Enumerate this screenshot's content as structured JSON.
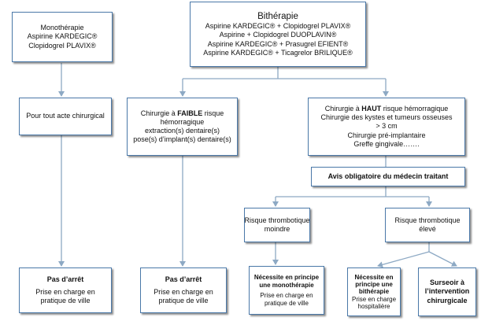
{
  "mono": {
    "title": "Monothérapie",
    "l1": "Aspirine KARDEGIC®",
    "l2": "Clopidogrel PLAVIX®"
  },
  "bi": {
    "title": "Bithérapie",
    "l1": "Aspirine KARDEGIC® + Clopidogrel PLAVIX®",
    "l2": "Aspirine + Clopidogrel DUOPLAVIN®",
    "l3": "Aspirine KARDEGIC® + Prasugrel EFIENT®",
    "l4": "Aspirine KARDEGIC® + Ticagrelor BRILIQUE®"
  },
  "tout_acte": {
    "text": "Pour tout acte chirurgical"
  },
  "faible": {
    "pre": "Chirurgie à ",
    "strong": "FAIBLE",
    "post": " risque",
    "l2": "hémorragique",
    "l3": "extraction(s) dentaire(s)",
    "l4": "pose(s) d’implant(s) dentaire(s)"
  },
  "haut": {
    "pre": "Chirurgie à ",
    "strong": "HAUT",
    "post": " risque hémorragique",
    "l2": "Chirurgie des kystes et tumeurs osseuses",
    "l3": "> 3 cm",
    "l4": "Chirurgie pré-implantaire",
    "l5": "Greffe gingivale……."
  },
  "avis": {
    "text": "Avis obligatoire du médecin traitant"
  },
  "moindre": {
    "l1": "Risque thrombotique",
    "l2": "moindre"
  },
  "eleve": {
    "l1": "Risque thrombotique",
    "l2": "élevé"
  },
  "pas_arret_1": {
    "title": "Pas d’arrêt",
    "l1": "Prise en charge en",
    "l2": "pratique de ville"
  },
  "pas_arret_2": {
    "title": "Pas d’arrêt",
    "l1": "Prise en charge en",
    "l2": "pratique de ville"
  },
  "mono_result": {
    "t1": "Nécessite en principe",
    "t2": "une monothérapie",
    "l1": "Prise en charge en",
    "l2": "pratique de ville"
  },
  "bi_result": {
    "t1": "Nécessite en",
    "t2": "principe une",
    "t3": "bithérapie",
    "l1": "Prise en charge",
    "l2": "hospitalière"
  },
  "surseoir": {
    "t1": "Surseoir à",
    "t2": "l’intervention",
    "t3": "chirurgicale"
  },
  "colors": {
    "box_border": "#4a78a8",
    "arrow": "#8da9c4"
  }
}
